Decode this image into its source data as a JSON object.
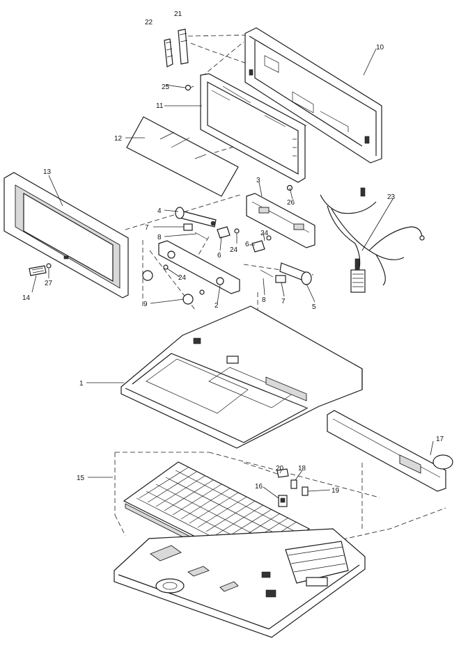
{
  "callouts": [
    {
      "id": "c1",
      "text": "1"
    },
    {
      "id": "c2",
      "text": "2"
    },
    {
      "id": "c3",
      "text": "3"
    },
    {
      "id": "c4",
      "text": "4"
    },
    {
      "id": "c5",
      "text": "5"
    },
    {
      "id": "c6a",
      "text": "6"
    },
    {
      "id": "c6b",
      "text": "6"
    },
    {
      "id": "c7a",
      "text": "7"
    },
    {
      "id": "c7b",
      "text": "7"
    },
    {
      "id": "c8a",
      "text": "8"
    },
    {
      "id": "c8b",
      "text": "8"
    },
    {
      "id": "c9",
      "text": "9"
    },
    {
      "id": "c10",
      "text": "10"
    },
    {
      "id": "c11",
      "text": "11"
    },
    {
      "id": "c12",
      "text": "12"
    },
    {
      "id": "c13",
      "text": "13"
    },
    {
      "id": "c14",
      "text": "14"
    },
    {
      "id": "c15",
      "text": "15"
    },
    {
      "id": "c16",
      "text": "16"
    },
    {
      "id": "c17",
      "text": "17"
    },
    {
      "id": "c18",
      "text": "18"
    },
    {
      "id": "c19",
      "text": "19"
    },
    {
      "id": "c20",
      "text": "20"
    },
    {
      "id": "c21",
      "text": "21"
    },
    {
      "id": "c22",
      "text": "22"
    },
    {
      "id": "c23",
      "text": "23"
    },
    {
      "id": "c24a",
      "text": "24"
    },
    {
      "id": "c24b",
      "text": "24"
    },
    {
      "id": "c24c",
      "text": "24"
    },
    {
      "id": "c25",
      "text": "25"
    },
    {
      "id": "c26",
      "text": "26"
    },
    {
      "id": "c27",
      "text": "27"
    }
  ]
}
